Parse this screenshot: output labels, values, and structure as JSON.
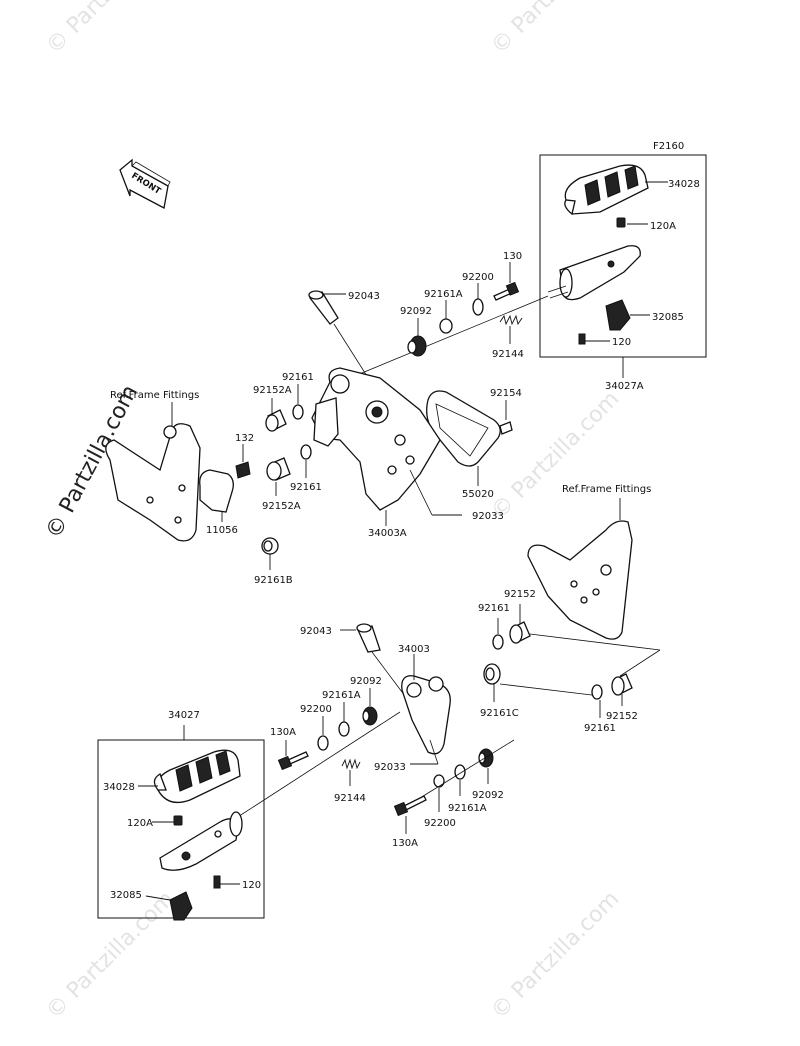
{
  "diagram": {
    "figure_code": "F2160",
    "front_label": "FRONT",
    "ref_frame_label": "Ref.Frame Fittings",
    "watermark": "© Partzilla.com",
    "watermark_small": "© Partzilla.com",
    "upper_group": {
      "box_label": "34027A",
      "parts": {
        "p34028": "34028",
        "p120A": "120A",
        "p32085": "32085",
        "p120": "120",
        "p130": "130",
        "p92200": "92200",
        "p92161A": "92161A",
        "p92092": "92092",
        "p92043": "92043",
        "p92144": "92144",
        "p92154": "92154",
        "p92161": "92161",
        "p92152A": "92152A",
        "p92161_b": "92161",
        "p92152A_b": "92152A",
        "p132": "132",
        "p11056": "11056",
        "p92161B": "92161B",
        "p34003A": "34003A",
        "p55020": "55020",
        "p92033": "92033"
      }
    },
    "lower_group": {
      "box_label": "34027",
      "parts": {
        "p34028": "34028",
        "p120A": "120A",
        "p120": "120",
        "p32085": "32085",
        "p92043": "92043",
        "p34003": "34003",
        "p92152": "92152",
        "p92161": "92161",
        "p92161C": "92161C",
        "p92152_b": "92152",
        "p92161_b": "92161",
        "p92092": "92092",
        "p92161A": "92161A",
        "p92200": "92200",
        "p130A": "130A",
        "p92144": "92144",
        "p92033": "92033",
        "p92092_b": "92092",
        "p92161A_b": "92161A",
        "p92200_b": "92200",
        "p130A_b": "130A"
      }
    }
  }
}
